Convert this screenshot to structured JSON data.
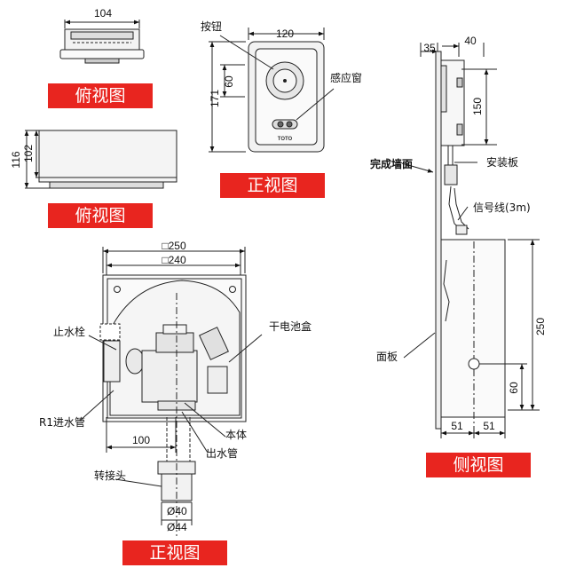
{
  "captions": {
    "top_view_1": "俯视图",
    "top_view_2": "俯视图",
    "front_view_1": "正视图",
    "front_view_2": "正视图",
    "side_view": "侧视图"
  },
  "dimensions": {
    "top_width": "104",
    "top_height_116": "116",
    "top_height_102": "102",
    "front_width": "120",
    "front_60": "60",
    "front_171": "171",
    "box_250": "□250",
    "box_240": "□240",
    "dim_100": "100",
    "pipe_40": "Ø40",
    "pipe_44": "Ø44",
    "side_35": "35",
    "side_40": "40",
    "side_150": "150",
    "side_250": "250",
    "side_60": "60",
    "side_51a": "51",
    "side_51b": "51"
  },
  "labels": {
    "button": "按钮",
    "sensor_window": "感应窗",
    "stop_valve": "止水栓",
    "battery_box": "干电池盒",
    "r1_inlet": "R1进水管",
    "body": "本体",
    "outlet": "出水管",
    "adapter": "转接头",
    "finished_wall": "完成墙面",
    "mount_plate": "安装板",
    "signal_wire": "信号线(3m)",
    "panel": "面板",
    "logo": "TOTO"
  },
  "colors": {
    "caption_bg": "#e8251f",
    "line": "#1a1a1a"
  }
}
